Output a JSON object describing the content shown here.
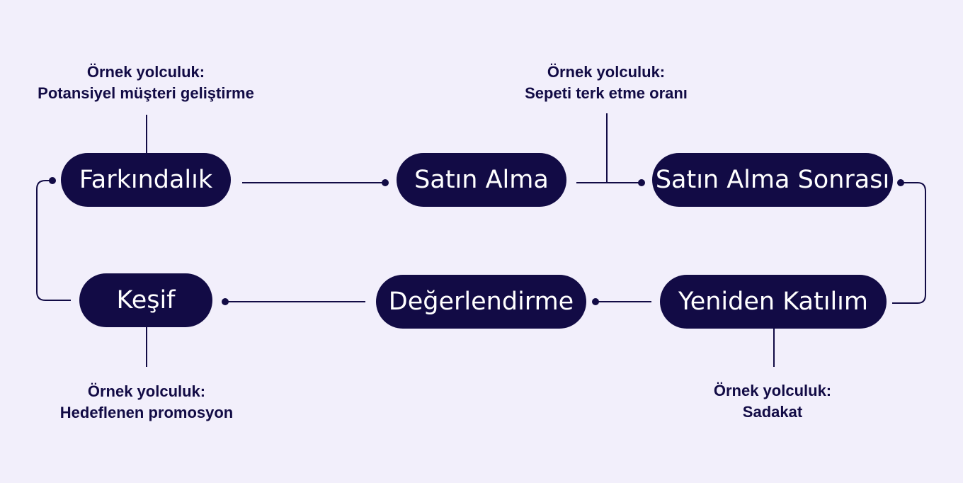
{
  "colors": {
    "background": "#f2effb",
    "node_fill": "#120b45",
    "node_text": "#ffffff",
    "line": "#120b45"
  },
  "stages": {
    "awareness": "Farkındalık",
    "purchase": "Satın Alma",
    "post_purchase": "Satın Alma Sonrası",
    "discovery": "Keşif",
    "evaluation": "Değerlendirme",
    "reengagement": "Yeniden Katılım"
  },
  "notes": {
    "awareness": {
      "heading": "Örnek yolculuk:",
      "text": "Potansiyel müşteri geliştirme"
    },
    "post_purchase": {
      "heading": "Örnek yolculuk:",
      "text": "Sepeti terk etme oranı"
    },
    "discovery": {
      "heading": "Örnek yolculuk:",
      "text": "Hedeflenen promosyon"
    },
    "reengagement": {
      "heading": "Örnek yolculuk:",
      "text": "Sadakat"
    }
  }
}
